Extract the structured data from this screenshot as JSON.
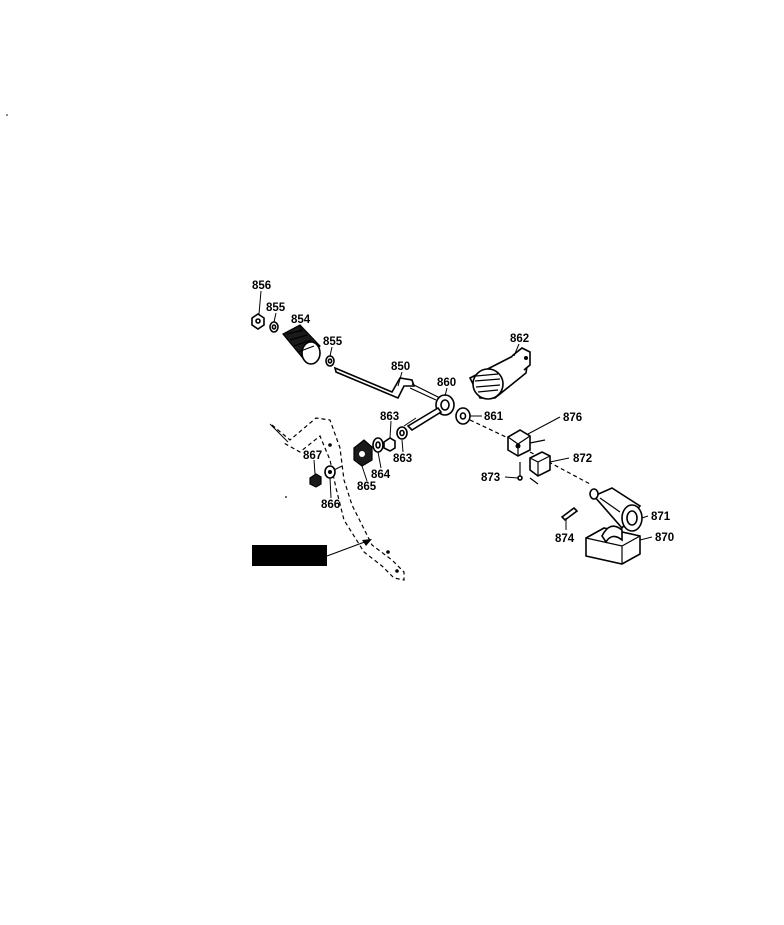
{
  "diagram": {
    "parts": [
      {
        "id": "856",
        "label": "856"
      },
      {
        "id": "855a",
        "label": "855"
      },
      {
        "id": "854",
        "label": "854"
      },
      {
        "id": "855b",
        "label": "855"
      },
      {
        "id": "850",
        "label": "850"
      },
      {
        "id": "860",
        "label": "860"
      },
      {
        "id": "862",
        "label": "862"
      },
      {
        "id": "861",
        "label": "861"
      },
      {
        "id": "863a",
        "label": "863"
      },
      {
        "id": "863b",
        "label": "863"
      },
      {
        "id": "864",
        "label": "864"
      },
      {
        "id": "865",
        "label": "865"
      },
      {
        "id": "867",
        "label": "867"
      },
      {
        "id": "866",
        "label": "866"
      },
      {
        "id": "876",
        "label": "876"
      },
      {
        "id": "872",
        "label": "872"
      },
      {
        "id": "873",
        "label": "873"
      },
      {
        "id": "871",
        "label": "871"
      },
      {
        "id": "874",
        "label": "874"
      },
      {
        "id": "870",
        "label": "870"
      }
    ],
    "reference_tag": {
      "line1": "",
      "line2": ""
    }
  }
}
